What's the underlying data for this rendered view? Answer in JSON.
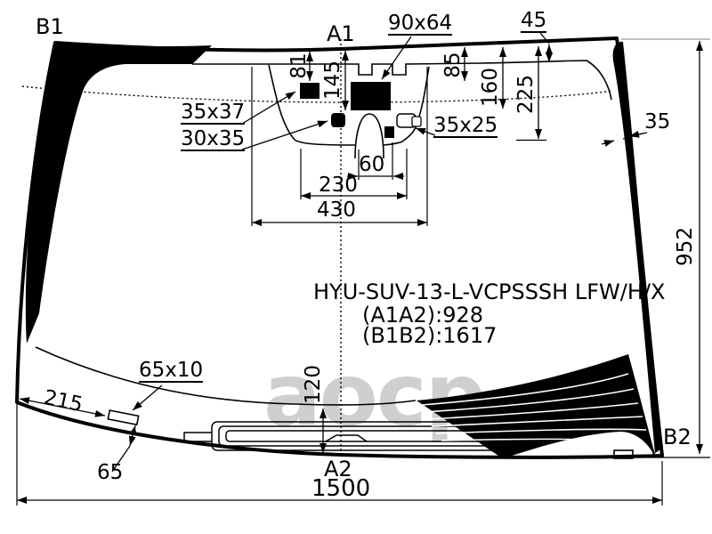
{
  "reference_points": {
    "b1": "B1",
    "a1": "A1",
    "a2": "A2",
    "b2": "B2"
  },
  "part": {
    "code": "HYU-SUV-13-L-VCPSSSH LFW/H/X",
    "a1a2": "(A1A2):928",
    "b1b2": "(B1B2):1617"
  },
  "component_labels": {
    "bracket_top_left": "35x37",
    "mirror_mount": "30x35",
    "camera_window": "90x64",
    "sensor_right": "35x25",
    "clip_bottom_left": "65x10"
  },
  "dimensions": {
    "band_81": "81",
    "band_145": "145",
    "band_85": "85",
    "band_160": "160",
    "band_225": "225",
    "edge_45": "45",
    "side_band_35": "35",
    "center_60": "60",
    "center_230": "230",
    "center_430": "430",
    "height_952": "952",
    "bottom_120": "120",
    "bottom_left_215": "215",
    "bottom_left_65": "65",
    "width_1500": "1500"
  },
  "watermark": "аоср",
  "colors": {
    "line": "#000000",
    "background": "#ffffff",
    "extension_line": "#9a9a9a",
    "watermark": "#a0a0a0"
  }
}
